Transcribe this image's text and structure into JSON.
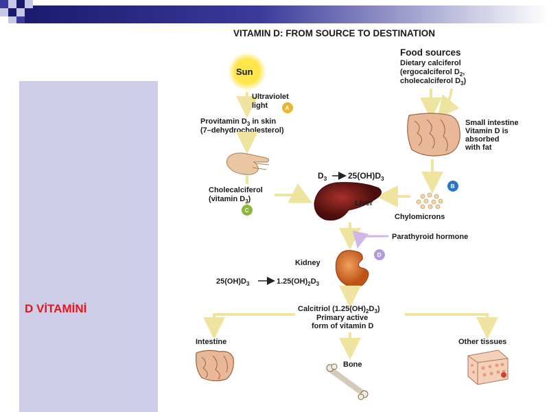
{
  "slide": {
    "title": "D VİTAMİNİ",
    "title_color": "#e8141c",
    "panel_color": "#cdcde8",
    "header_colors": [
      "#1a1a6e",
      "#3a3a9a",
      "#c8c8e6"
    ]
  },
  "diagram": {
    "title": "VITAMIN D: FROM SOURCE TO DESTINATION",
    "sun": {
      "label": "Sun"
    },
    "uv": {
      "line1": "Ultraviolet",
      "line2": "light"
    },
    "provitamin": {
      "line1a": "Provitamin D",
      "line1sub": "3",
      "line1b": " in skin",
      "line2": "(7–dehydrocholesterol)"
    },
    "cholecalciferol": {
      "line1": "Cholecalciferol",
      "line2a": "(vitamin D",
      "line2sub": "3",
      "line2b": ")"
    },
    "food": {
      "title": "Food sources",
      "line1": "Dietary calciferol",
      "line2a": "(ergocalciferol D",
      "line2sub": "2",
      "line2b": ",",
      "line3a": "cholecalciferol D",
      "line3sub": "3",
      "line3b": ")"
    },
    "small_intestine": {
      "line1": "Small intestine",
      "line2": "Vitamin D is",
      "line3": "absorbed",
      "line4": "with fat"
    },
    "liver_reaction": {
      "from": "D",
      "from_sub": "3",
      "to": "25(OH)D",
      "to_sub": "3"
    },
    "liver": {
      "label": "Liver"
    },
    "chylomicrons": {
      "label": "Chylomicrons"
    },
    "parathyroid": {
      "label": "Parathyroid hormone"
    },
    "kidney": {
      "label": "Kidney"
    },
    "kidney_reaction": {
      "from": "25(OH)D",
      "from_sub": "3",
      "to": "1.25(OH)",
      "to_sub1": "2",
      "to_mid": "D",
      "to_sub2": "3"
    },
    "calcitriol": {
      "line1a": "Calcitriol (1.25(OH)",
      "line1sub1": "2",
      "line1mid": "D",
      "line1sub2": "3",
      "line1b": ")",
      "line2": "Primary active",
      "line3": "form of vitamin D"
    },
    "targets": {
      "intestine": "Intestine",
      "bone": "Bone",
      "other": "Other tissues"
    },
    "badges": [
      {
        "letter": "A",
        "color": "#e8b830"
      },
      {
        "letter": "B",
        "color": "#2c74c4"
      },
      {
        "letter": "C",
        "color": "#8ab83a"
      },
      {
        "letter": "D",
        "color": "#b49ad8"
      }
    ]
  }
}
